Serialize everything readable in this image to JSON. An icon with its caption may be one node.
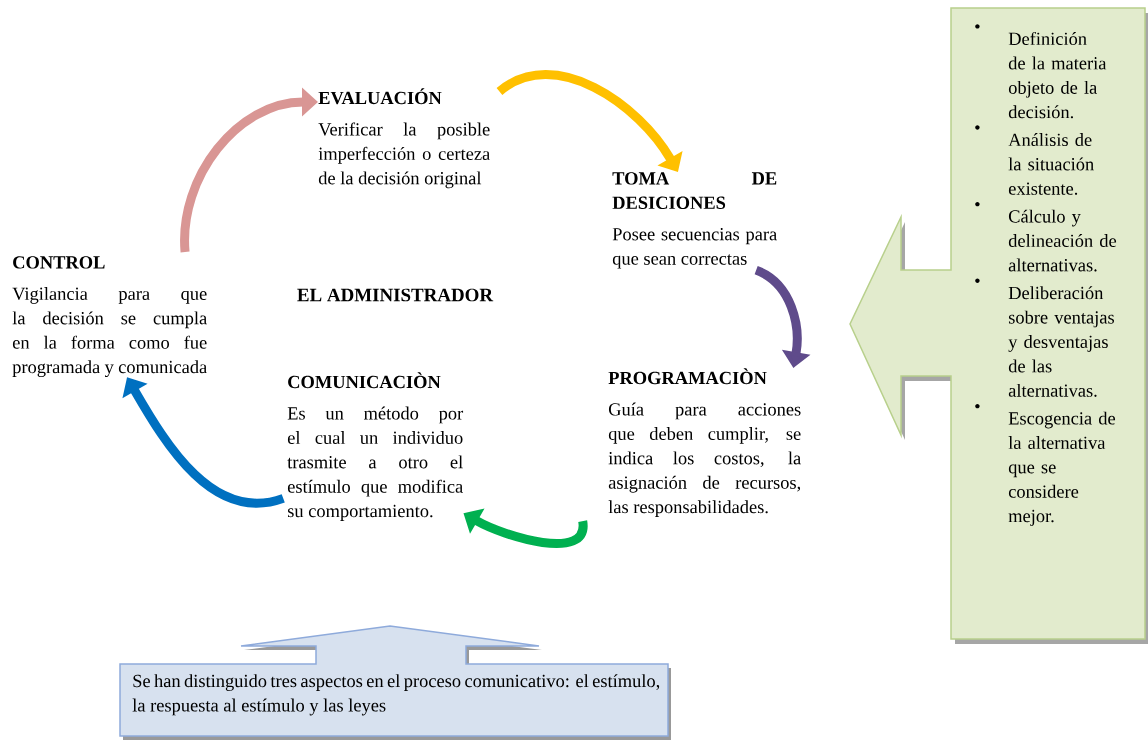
{
  "diagram": {
    "nodes": [
      {
        "text": [
          "EVALUACIÓN",
          "Verificar la posible imperfección o certeza de la decisión original"
        ]
      },
      {
        "text": [
          "TOMA DE DESICIONES",
          "Posee secuencias para que sean correctas"
        ]
      },
      {
        "text": [
          "PROGRAMACIÒN",
          "Guía para acciones que deben cumplir, se indica los costos, la asignación de recursos, las responsabilidades."
        ]
      },
      {
        "text": [
          "COMUNICACIÒN",
          "Es un método por el cual un individuo trasmite a otro el estímulo que modifica su comportamiento."
        ]
      },
      {
        "text": [
          "CONTROL",
          "Vigilancia para que la decisión se cumpla en la forma como fue programada y comunicada"
        ]
      },
      {
        "text": [
          "Definición de la materia objeto de la decisión.",
          "Análisis de la situación existente.",
          "Cálculo y delineación de alternativas.",
          "Deliberación sobre ventajas y desventajas de las alternativas.",
          "Escogencia de la alternativa que se considere mejor."
        ]
      },
      {
        "text": [
          "Se han distinguido tres aspectos en el proceso comunicativo: el estímulo, la respuesta al estímulo y las leyes"
        ]
      }
    ],
    "edges": [
      {
        "from": 4,
        "to": 0,
        "arrow": "to",
        "color": "#d99694"
      },
      {
        "from": 0,
        "to": 1,
        "arrow": "to",
        "color": "#ffc000"
      },
      {
        "from": 1,
        "to": 2,
        "arrow": "to",
        "color": "#5f4b8b"
      },
      {
        "from": 2,
        "to": 3,
        "arrow": "to",
        "color": "#00b050"
      },
      {
        "from": 3,
        "to": 4,
        "arrow": "to",
        "color": "#0070c0"
      }
    ],
    "labels": [
      "EL ADMINISTRADOR"
    ]
  }
}
